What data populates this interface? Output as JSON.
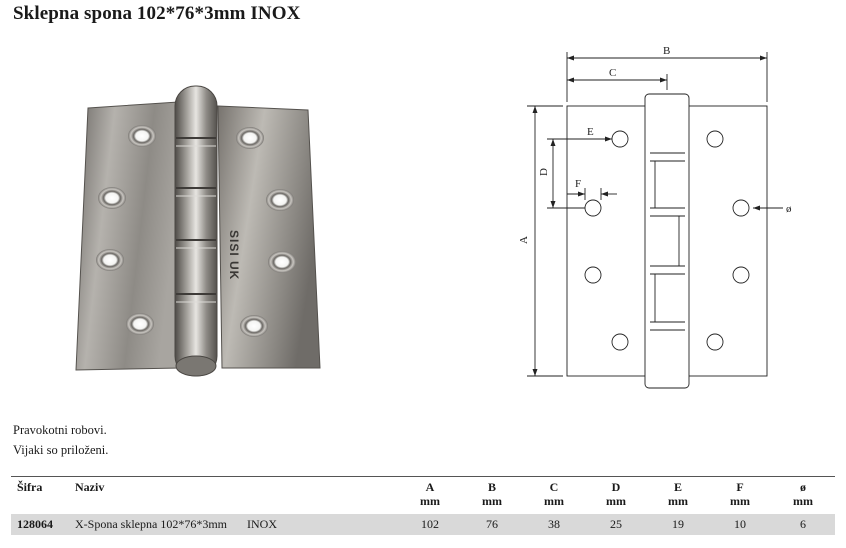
{
  "title": "Sklepna spona 102*76*3mm INOX",
  "drawing": {
    "labels": {
      "a": "A",
      "b": "B",
      "c": "C",
      "d": "D",
      "e": "E",
      "f": "F",
      "dia": "ø"
    }
  },
  "photo": {
    "engraving": "SISI UK"
  },
  "notes": [
    "Pravokotni robovi.",
    "Vijaki so priloženi."
  ],
  "table": {
    "headers": [
      {
        "name": "Šifra",
        "unit": ""
      },
      {
        "name": "Naziv",
        "unit": ""
      },
      {
        "name": "A",
        "unit": "mm"
      },
      {
        "name": "B",
        "unit": "mm"
      },
      {
        "name": "C",
        "unit": "mm"
      },
      {
        "name": "D",
        "unit": "mm"
      },
      {
        "name": "E",
        "unit": "mm"
      },
      {
        "name": "F",
        "unit": "mm"
      },
      {
        "name": "ø",
        "unit": "mm"
      }
    ],
    "rows": [
      {
        "code": "128064",
        "name": "X-Spona sklepna 102*76*3mm",
        "material": "INOX",
        "a": "102",
        "b": "76",
        "c": "38",
        "d": "25",
        "e": "19",
        "f": "10",
        "dia": "6"
      }
    ]
  }
}
